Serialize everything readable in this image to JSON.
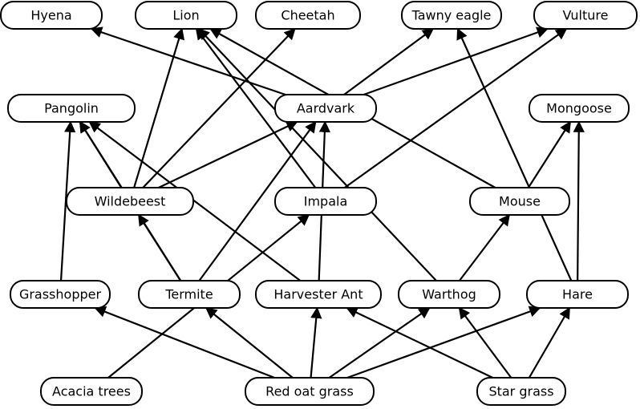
{
  "nodes": [
    {
      "id": "hyena",
      "label": "Hyena"
    },
    {
      "id": "lion",
      "label": "Lion"
    },
    {
      "id": "cheetah",
      "label": "Cheetah"
    },
    {
      "id": "tawny_eagle",
      "label": "Tawny eagle"
    },
    {
      "id": "vulture",
      "label": "Vulture"
    },
    {
      "id": "pangolin",
      "label": "Pangolin"
    },
    {
      "id": "aardvark",
      "label": "Aardvark"
    },
    {
      "id": "mongoose",
      "label": "Mongoose"
    },
    {
      "id": "wildebeest",
      "label": "Wildebeest"
    },
    {
      "id": "impala",
      "label": "Impala"
    },
    {
      "id": "mouse",
      "label": "Mouse"
    },
    {
      "id": "grasshopper",
      "label": "Grasshopper"
    },
    {
      "id": "termite",
      "label": "Termite"
    },
    {
      "id": "harvester_ant",
      "label": "Harvester Ant"
    },
    {
      "id": "warthog",
      "label": "Warthog"
    },
    {
      "id": "hare",
      "label": "Hare"
    },
    {
      "id": "acacia_trees",
      "label": "Acacia trees"
    },
    {
      "id": "red_oat_grass",
      "label": "Red oat grass"
    },
    {
      "id": "star_grass",
      "label": "Star grass"
    }
  ],
  "edges": [
    {
      "from": "aardvark",
      "to": "hyena"
    },
    {
      "from": "aardvark",
      "to": "tawny_eagle"
    },
    {
      "from": "aardvark",
      "to": "vulture"
    },
    {
      "from": "wildebeest",
      "to": "lion"
    },
    {
      "from": "wildebeest",
      "to": "cheetah"
    },
    {
      "from": "wildebeest",
      "to": "pangolin"
    },
    {
      "from": "wildebeest",
      "to": "aardvark"
    },
    {
      "from": "impala",
      "to": "lion"
    },
    {
      "from": "impala",
      "to": "vulture"
    },
    {
      "from": "mouse",
      "to": "lion"
    },
    {
      "from": "mouse",
      "to": "mongoose"
    },
    {
      "from": "hare",
      "to": "tawny_eagle"
    },
    {
      "from": "hare",
      "to": "mongoose"
    },
    {
      "from": "grasshopper",
      "to": "pangolin"
    },
    {
      "from": "termite",
      "to": "pangolin"
    },
    {
      "from": "termite",
      "to": "aardvark"
    },
    {
      "from": "termite",
      "to": "wildebeest"
    },
    {
      "from": "harvester_ant",
      "to": "pangolin"
    },
    {
      "from": "harvester_ant",
      "to": "aardvark"
    },
    {
      "from": "warthog",
      "to": "lion"
    },
    {
      "from": "warthog",
      "to": "mouse"
    },
    {
      "from": "acacia_trees",
      "to": "impala"
    },
    {
      "from": "red_oat_grass",
      "to": "grasshopper"
    },
    {
      "from": "red_oat_grass",
      "to": "termite"
    },
    {
      "from": "red_oat_grass",
      "to": "harvester_ant"
    },
    {
      "from": "red_oat_grass",
      "to": "warthog"
    },
    {
      "from": "red_oat_grass",
      "to": "hare"
    },
    {
      "from": "star_grass",
      "to": "harvester_ant"
    },
    {
      "from": "star_grass",
      "to": "warthog"
    },
    {
      "from": "star_grass",
      "to": "hare"
    }
  ]
}
